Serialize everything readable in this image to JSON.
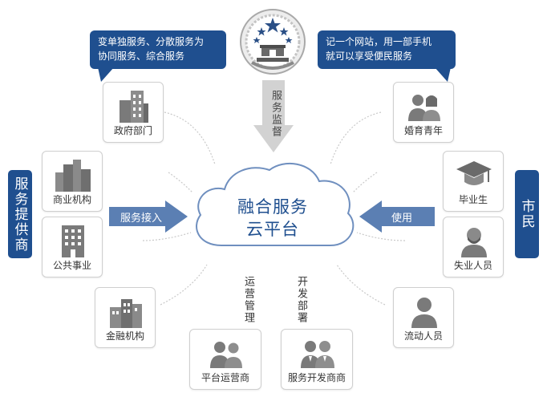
{
  "center": {
    "line1": "融合服务",
    "line2": "云平台"
  },
  "bubbles": {
    "left": {
      "line1": "变单独服务、分散服务为",
      "line2": "协同服务、综合服务"
    },
    "right": {
      "line1": "记一个网站，用一部手机",
      "line2": "就可以享受便民服务"
    }
  },
  "groups": {
    "left": "服务提供商",
    "right": "市民"
  },
  "arrows": {
    "supervision": "服务监督",
    "access": "服务接入",
    "use": "使用",
    "ops": "运营管理",
    "dev": "开发部署"
  },
  "nodes": {
    "gov": "政府部门",
    "commerce": "商业机构",
    "public": "公共事业",
    "finance": "金融机构",
    "operator": "平台运营商",
    "developer": "服务开发商商",
    "marriage": "婚育青年",
    "graduate": "毕业生",
    "unemployed": "失业人员",
    "floating": "流动人员"
  },
  "colors": {
    "primary": "#1f4f8f",
    "arrow_blue": "#5b7fb3",
    "arrow_gray": "#d2d2d2",
    "icon": "#7a7a7a"
  }
}
